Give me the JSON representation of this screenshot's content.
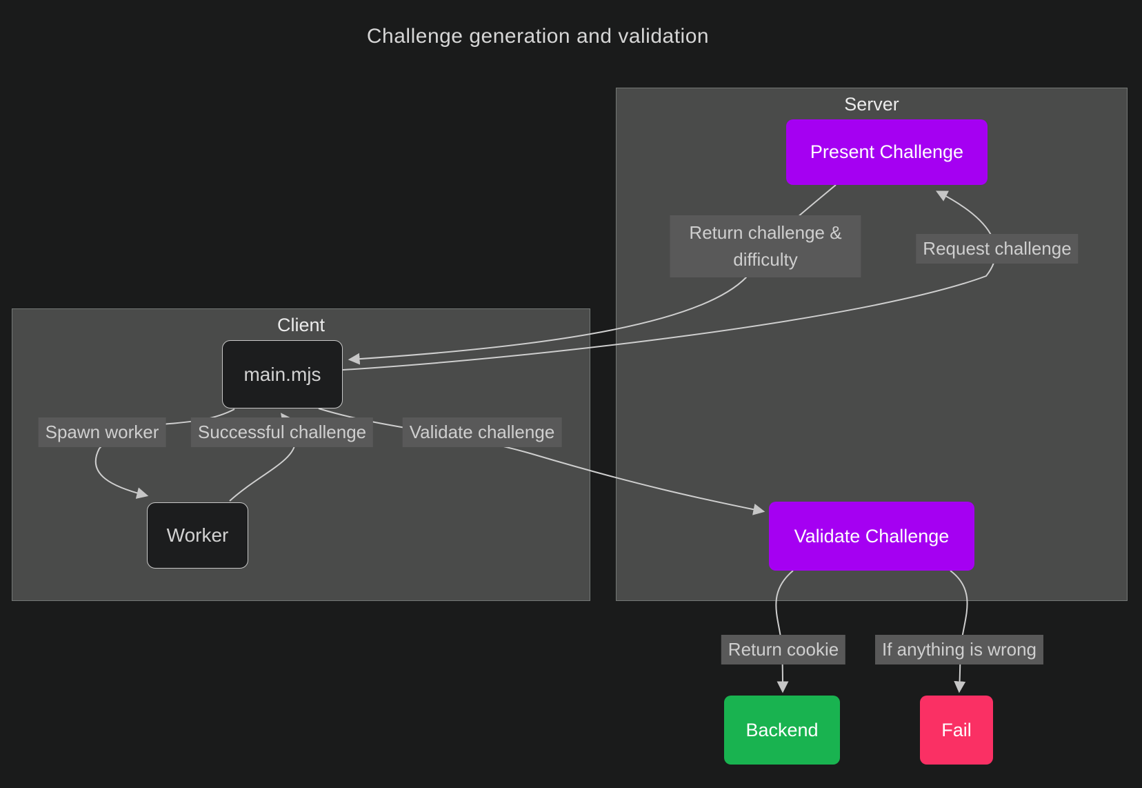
{
  "title": "Challenge generation and validation",
  "colors": {
    "background": "#1a1b1b",
    "subgraph_fill": "#4a4b4a",
    "subgraph_border": "#747876",
    "node_purple": "#a500f2",
    "node_green": "#19b350",
    "node_pink": "#fa3064",
    "node_dark_fill": "#1c1d1e",
    "node_dark_border": "#c9c9c9",
    "edge_stroke": "#cfcfcf",
    "edge_label_background": "#595959",
    "text_primary": "#d6d6d6"
  },
  "subgraphs": {
    "server": {
      "label": "Server"
    },
    "client": {
      "label": "Client"
    }
  },
  "nodes": {
    "present_challenge": {
      "label": "Present Challenge"
    },
    "validate_challenge": {
      "label": "Validate Challenge"
    },
    "main_mjs": {
      "label": "main.mjs"
    },
    "worker": {
      "label": "Worker"
    },
    "backend": {
      "label": "Backend"
    },
    "fail": {
      "label": "Fail"
    }
  },
  "edge_labels": {
    "return_challenge_line1": "Return challenge &",
    "return_challenge_line2": "difficulty",
    "request_challenge": "Request challenge",
    "spawn_worker": "Spawn worker",
    "successful_challenge": "Successful challenge",
    "validate_challenge": "Validate challenge",
    "return_cookie": "Return cookie",
    "if_anything_wrong": "If anything is wrong"
  }
}
